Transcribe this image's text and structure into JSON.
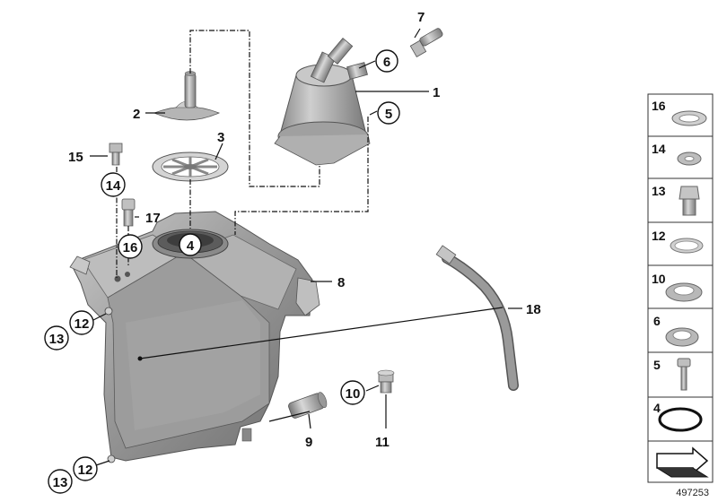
{
  "callouts": {
    "c1": "1",
    "c2": "2",
    "c3": "3",
    "c4": "4",
    "c5": "5",
    "c6": "6",
    "c7": "7",
    "c8": "8",
    "c9": "9",
    "c10": "10",
    "c11": "11",
    "c12a": "12",
    "c12b": "12",
    "c13a": "13",
    "c13b": "13",
    "c14": "14",
    "c15": "15",
    "c16": "16",
    "c17": "17",
    "c18": "18"
  },
  "legend": {
    "items": [
      "16",
      "14",
      "13",
      "12",
      "10",
      "6",
      "5",
      "4"
    ]
  },
  "reference_number": "497253"
}
